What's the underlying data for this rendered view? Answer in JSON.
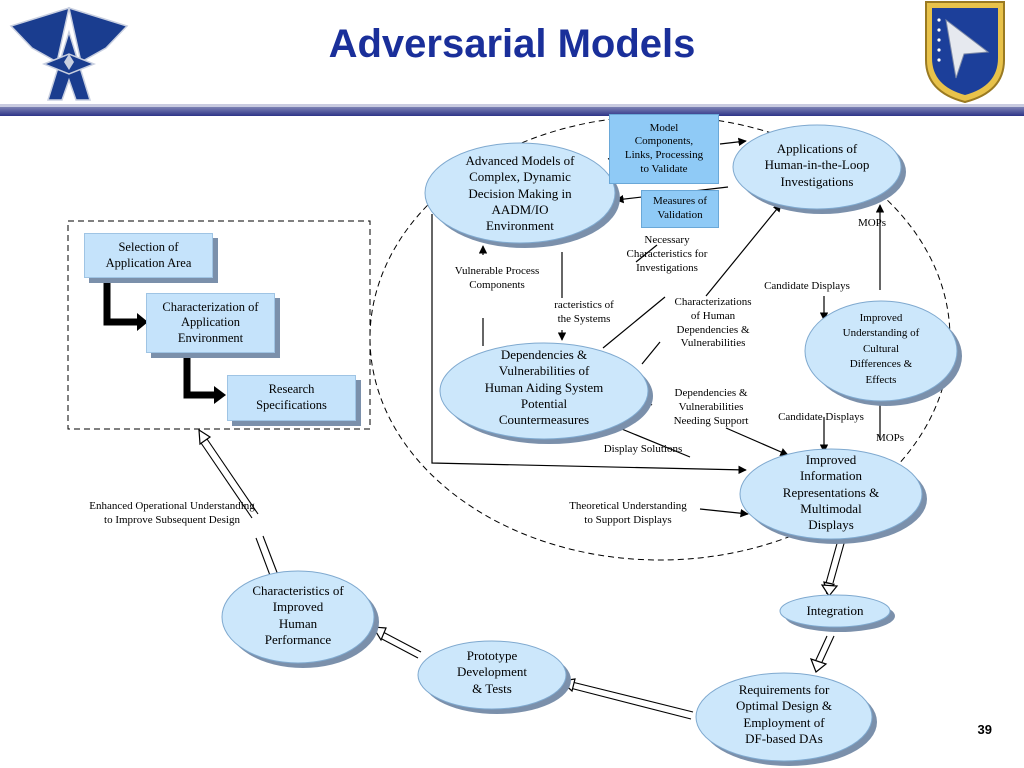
{
  "slide": {
    "title": "Adversarial Models",
    "page_number": "39"
  },
  "logos": {
    "left": "us-air-force-wings-logo",
    "right": "afrl-shield-logo"
  },
  "squares": [
    {
      "id": "selection",
      "text": "Selection of\nApplication Area"
    },
    {
      "id": "characterization",
      "text": "Characterization of\nApplication\nEnvironment"
    },
    {
      "id": "research",
      "text": "Research\nSpecifications"
    },
    {
      "id": "model-components",
      "text": "Model\nComponents,\nLinks, Processing\nto Validate"
    },
    {
      "id": "measures",
      "text": "Measures of\nValidation"
    }
  ],
  "ellipses": [
    {
      "id": "advanced-models",
      "text": "Advanced Models of\nComplex, Dynamic\nDecision Making in\nAADM/IO\nEnvironment"
    },
    {
      "id": "applications",
      "text": "Applications of\nHuman-in-the-Loop\nInvestigations"
    },
    {
      "id": "dependencies",
      "text": "Dependencies &\nVulnerabilities of\nHuman Aiding System\nPotential\nCountermeasures"
    },
    {
      "id": "improved-cultural",
      "text": "Improved\nUnderstanding of\nCultural\nDifferences &\nEffects"
    },
    {
      "id": "improved-info",
      "text": "Improved\nInformation\nRepresentations &\nMultimodal\nDisplays"
    },
    {
      "id": "integration",
      "text": "Integration"
    },
    {
      "id": "requirements",
      "text": "Requirements for\nOptimal Design &\nEmployment  of\nDF-based DAs"
    },
    {
      "id": "prototype",
      "text": "Prototype\nDevelopment\n& Tests"
    },
    {
      "id": "characteristics-performance",
      "text": "Characteristics of\nImproved\nHuman\nPerformance"
    }
  ],
  "labels": [
    {
      "id": "necessary-characteristics",
      "text": "Necessary\nCharacteristics for\nInvestigations"
    },
    {
      "id": "vulnerable-process",
      "text": "Vulnerable Process\nComponents"
    },
    {
      "id": "characteristics-systems",
      "text": "racteristics of\nthe Systems"
    },
    {
      "id": "characterizations-human",
      "text": "Characterizations\nof Human\nDependencies &\nVulnerabilities"
    },
    {
      "id": "candidate-displays-1",
      "text": "Candidate Displays"
    },
    {
      "id": "mops-1",
      "text": "MOPs"
    },
    {
      "id": "dependencies-support",
      "text": "Dependencies &\nVulnerabilities\nNeeding Support"
    },
    {
      "id": "candidate-displays-2",
      "text": "Candidate Displays"
    },
    {
      "id": "mops-2",
      "text": "MOPs"
    },
    {
      "id": "display-solutions",
      "text": "Display Solutions"
    },
    {
      "id": "theoretical-understanding",
      "text": "Theoretical Understanding\nto Support Displays"
    },
    {
      "id": "enhanced-operational",
      "text": "Enhanced Operational Understanding\nto Improve Subsequent Design"
    }
  ],
  "colors": {
    "title": "#1a2f9a",
    "square_fill": "#c5e3fb",
    "square_fill_blue": "#8fcaf6",
    "ellipse_fill": "#cce7fb",
    "shadow": "#7b90ab"
  }
}
